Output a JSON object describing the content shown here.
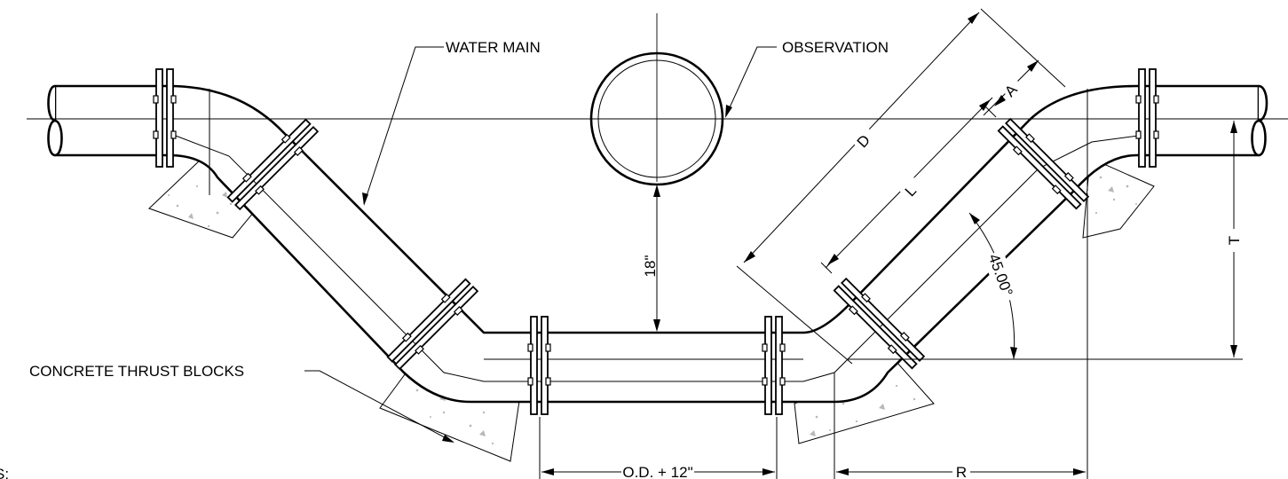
{
  "labels": {
    "water_main": "WATER MAIN",
    "observation": "OBSERVATION",
    "thrust_blocks": "CONCRETE THRUST BLOCKS",
    "notes_fragment": "S:"
  },
  "dimensions": {
    "D": "D",
    "A": "A",
    "L": "L",
    "T": "T",
    "R": "R",
    "clearance": "18\"",
    "angle": "45.00°",
    "od_span": "O.D. + 12\""
  }
}
